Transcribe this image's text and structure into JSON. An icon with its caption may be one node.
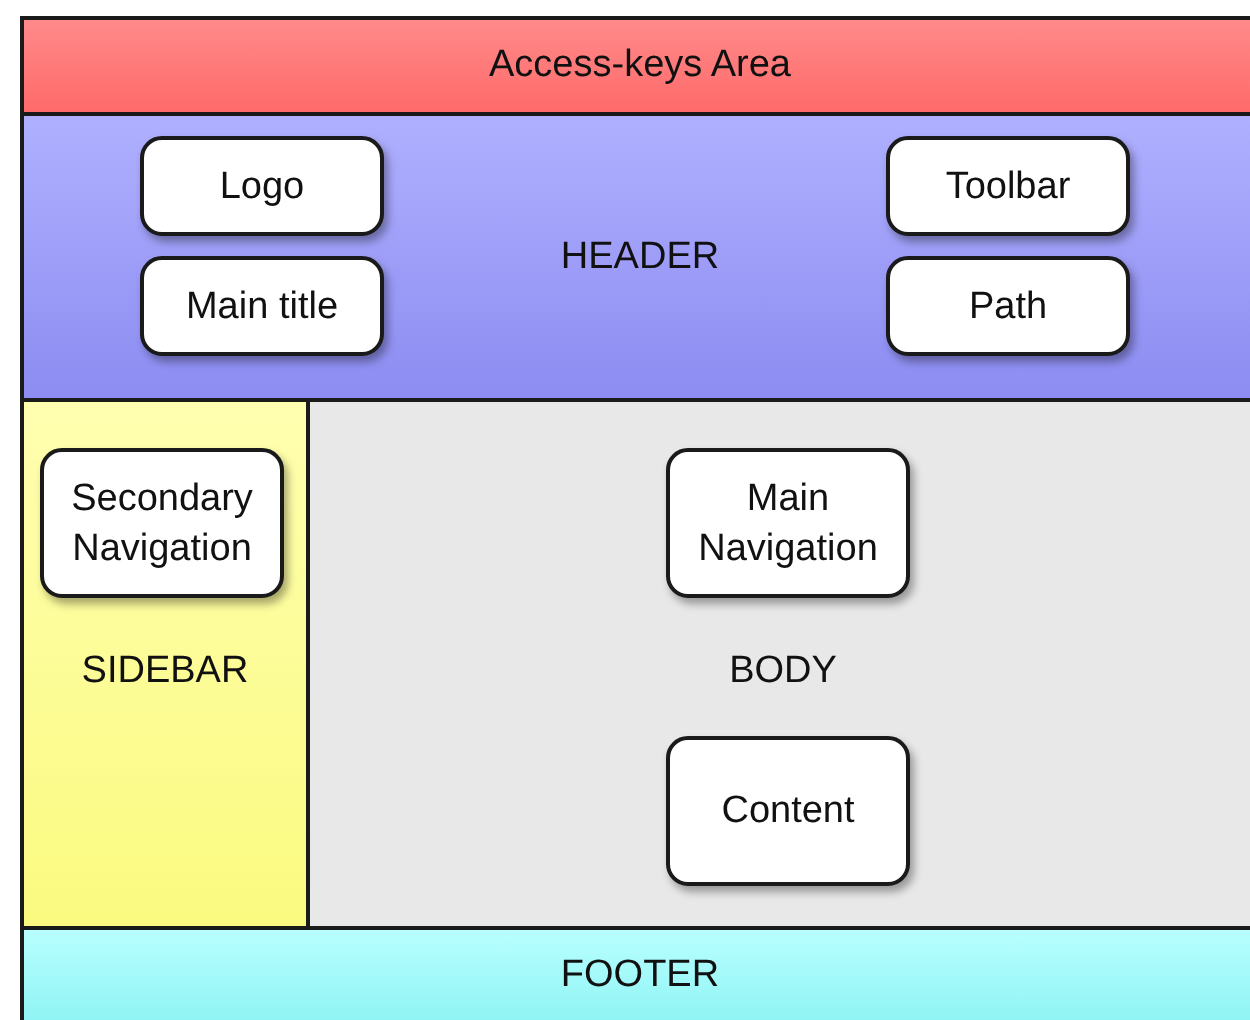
{
  "diagram": {
    "nodes": [
      {
        "text": [
          "Access-keys Area"
        ]
      },
      {
        "text": [
          "HEADER"
        ]
      },
      {
        "text": [
          "Logo"
        ],
        "in": 1
      },
      {
        "text": [
          "Main title"
        ],
        "in": 1
      },
      {
        "text": [
          "Toolbar"
        ],
        "in": 1
      },
      {
        "text": [
          "Path"
        ],
        "in": 1
      },
      {
        "text": [
          "SIDEBAR"
        ]
      },
      {
        "text": [
          "Secondary Navigation"
        ],
        "in": 6
      },
      {
        "text": [
          "BODY"
        ]
      },
      {
        "text": [
          "Main Navigation"
        ],
        "in": 8
      },
      {
        "text": [
          "Content"
        ],
        "in": 8
      },
      {
        "text": [
          "FOOTER"
        ]
      }
    ]
  }
}
